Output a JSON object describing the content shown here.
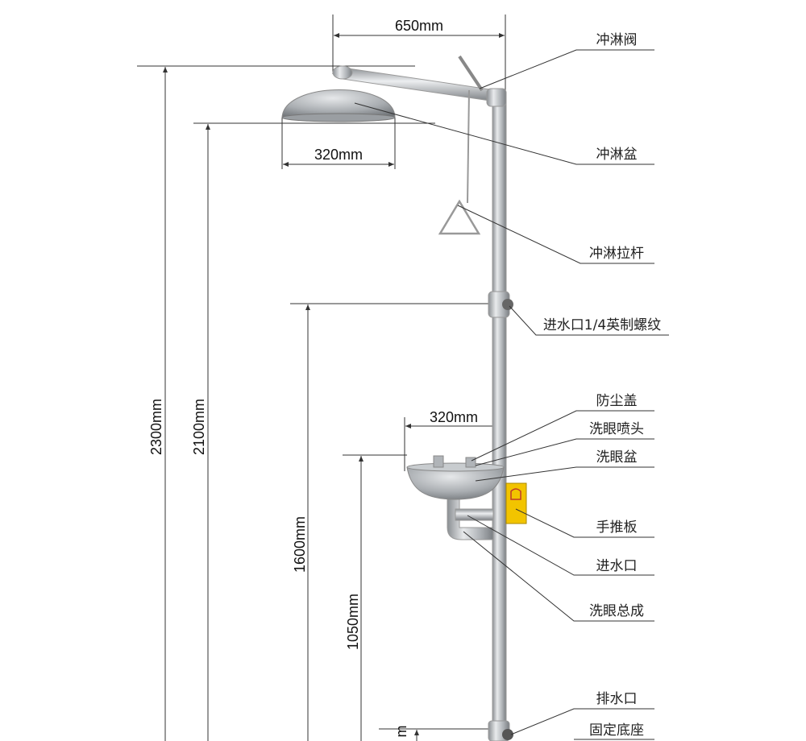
{
  "dimensions": {
    "shower_arm_length": "650mm",
    "shower_head_diameter": "320mm",
    "eyewash_bowl_width": "320mm",
    "total_height": "2300mm",
    "shower_head_height": "2100mm",
    "inlet_height": "1600mm",
    "eyewash_height": "1050mm",
    "bottom_partial": "m"
  },
  "parts": [
    {
      "label": "冲淋阀"
    },
    {
      "label": "冲淋盆"
    },
    {
      "label": "冲淋拉杆"
    },
    {
      "label": "进水口1/4英制螺纹"
    },
    {
      "label": "防尘盖"
    },
    {
      "label": "洗眼喷头"
    },
    {
      "label": "洗眼盆"
    },
    {
      "label": "手推板"
    },
    {
      "label": "进水口"
    },
    {
      "label": "洗眼总成"
    },
    {
      "label": "排水口"
    },
    {
      "label": "固定底座"
    }
  ],
  "colors": {
    "steel": "#b8bcc0",
    "sign": "#f2c400"
  }
}
